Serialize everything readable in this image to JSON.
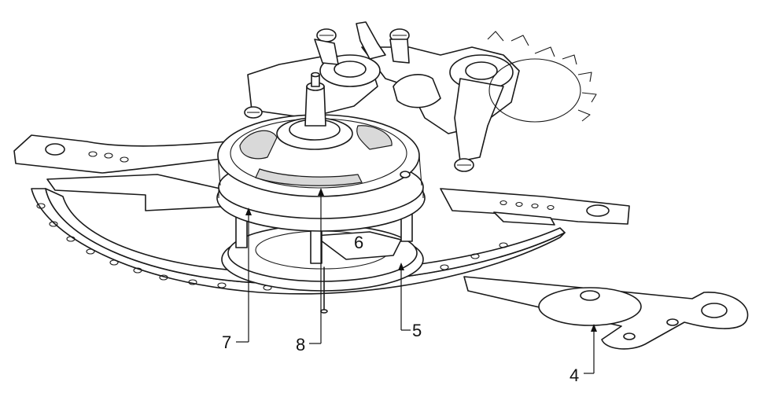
{
  "callouts": {
    "c4": "4",
    "c5": "5",
    "c6": "6",
    "c7": "7",
    "c8": "8"
  }
}
